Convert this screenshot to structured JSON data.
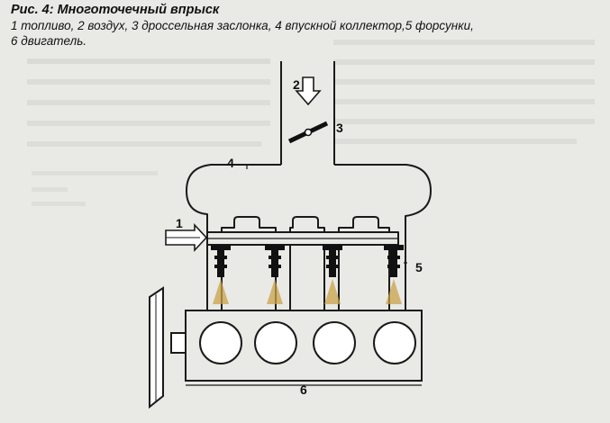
{
  "figure": {
    "title": "Рис. 4: Многоточечный впрыск",
    "caption_line_1": "1 топливо, 2 воздух, 3 дроссельная заслонка, 4 впускной коллектор,5 форсунки,",
    "caption_line_2": "6 двигатель."
  },
  "labels": {
    "fuel": "1",
    "air": "2",
    "throttle": "3",
    "manifold": "4",
    "injectors": "5",
    "engine": "6"
  },
  "colors": {
    "page": "#e9e9e6",
    "line": "#1a1a1a",
    "spray": "#c9a24a"
  }
}
